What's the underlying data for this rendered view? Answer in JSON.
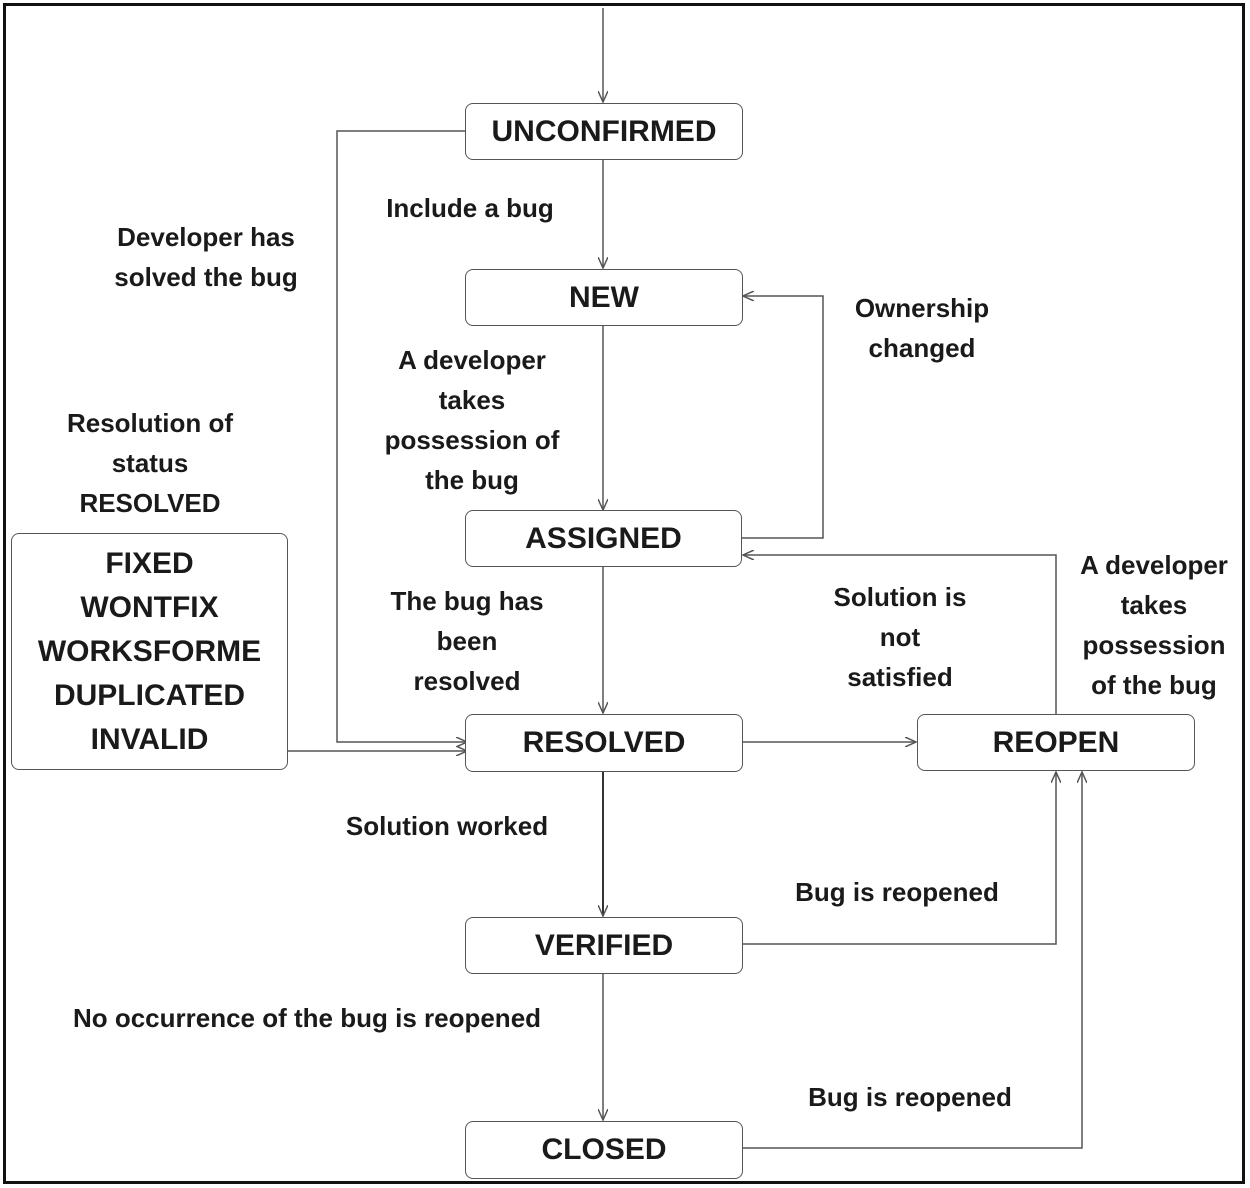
{
  "states": {
    "unconfirmed": "UNCONFIRMED",
    "new": "NEW",
    "assigned": "ASSIGNED",
    "resolved": "RESOLVED",
    "reopen": "REOPEN",
    "verified": "VERIFIED",
    "closed": "CLOSED"
  },
  "resolution_values": [
    "FIXED",
    "WONTFIX",
    "WORKSFORME",
    "DUPLICATED",
    "INVALID"
  ],
  "labels": {
    "include_bug": [
      "Include a bug"
    ],
    "developer_solved": [
      "Developer has",
      "solved the bug"
    ],
    "resolution_status": [
      "Resolution of",
      "status",
      "RESOLVED"
    ],
    "dev_takes_possession_left": [
      "A developer",
      "takes",
      "possession of",
      "the bug"
    ],
    "ownership_changed": [
      "Ownership",
      "changed"
    ],
    "bug_resolved": [
      "The bug has",
      "been",
      "resolved"
    ],
    "solution_not_satisfied": [
      "Solution is",
      "not",
      "satisfied"
    ],
    "dev_takes_possession_right": [
      "A developer",
      "takes",
      "possession",
      "of the bug"
    ],
    "solution_worked": [
      "Solution worked"
    ],
    "bug_reopened_verified": [
      "Bug is reopened"
    ],
    "no_occurrence": [
      "No occurrence of the bug is reopened"
    ],
    "bug_reopened_closed": [
      "Bug is reopened"
    ]
  }
}
